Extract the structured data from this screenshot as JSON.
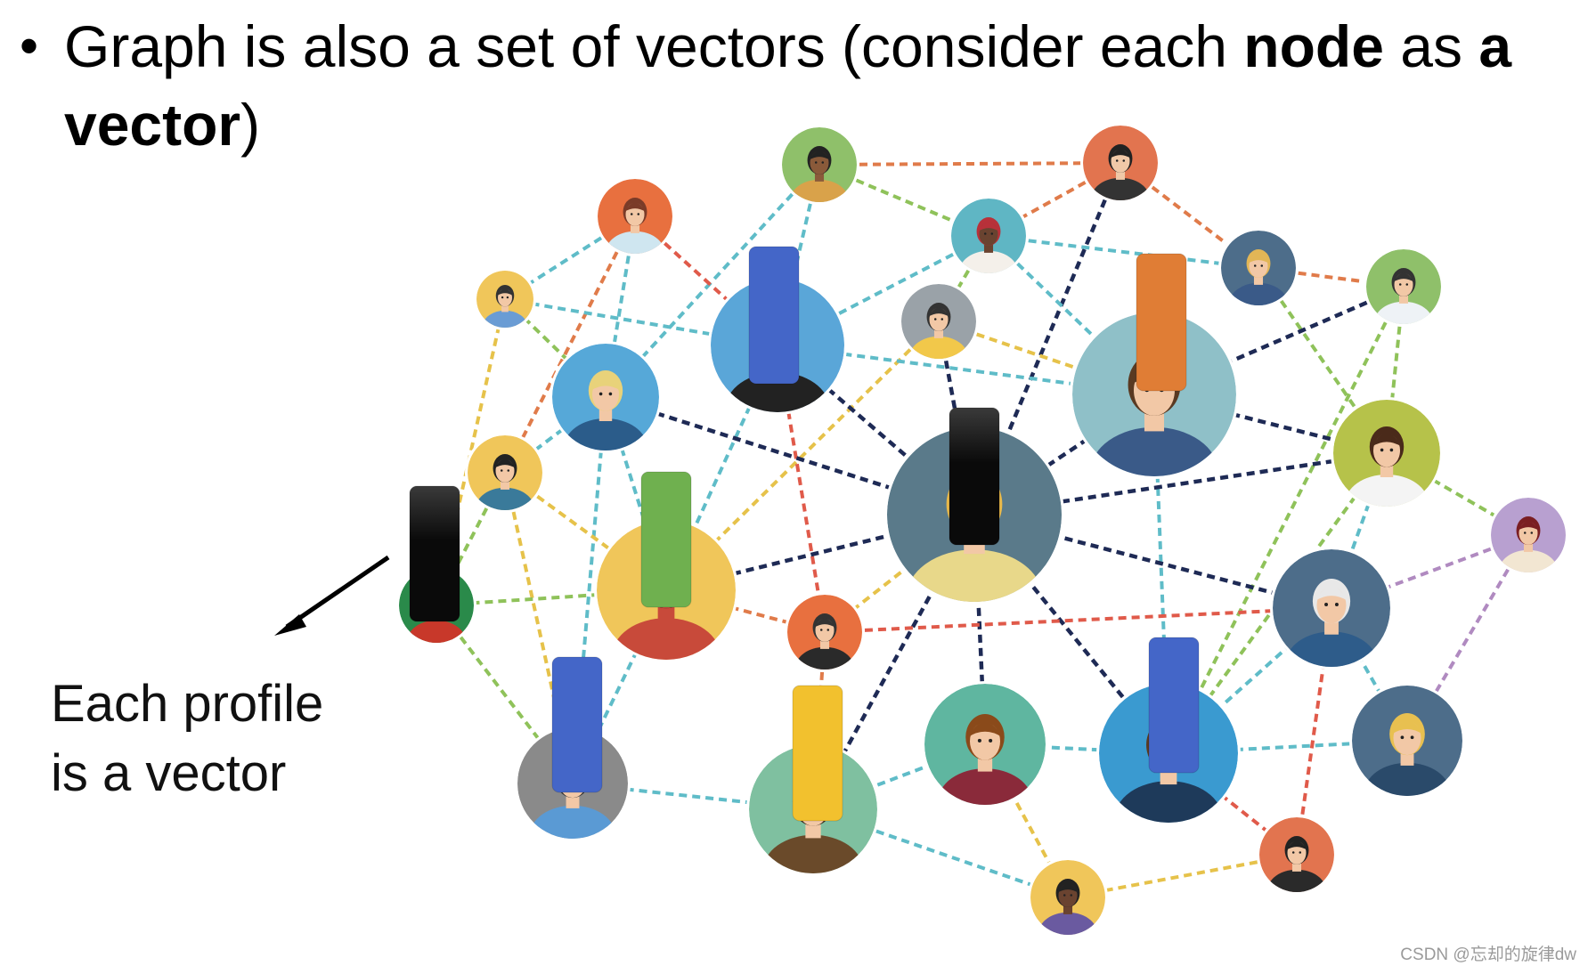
{
  "bullet": {
    "symbol": "•",
    "part1": "Graph is also a set of vectors (consider each ",
    "bold1": "node",
    "part2": " as ",
    "bold2": "a vector",
    "part3": ")"
  },
  "side_label": {
    "line1": "Each profile",
    "line2": "is a vector"
  },
  "watermark": "CSDN @忘却的旋律dw",
  "colors": {
    "vector_blue": "#4466c8",
    "vector_orange": "#e07d35",
    "vector_black": "#0a0a0a",
    "vector_green": "#6fb04f",
    "vector_yellow": "#f2c12e",
    "edge_dark": "#1e2a55",
    "edge_orange": "#e07b4a",
    "edge_yellow": "#e6c24a",
    "edge_teal": "#5fbcc8",
    "edge_green": "#8fc25a",
    "edge_purple": "#b08ac0",
    "edge_red": "#e05a4a"
  },
  "icons": {
    "avatar": "person-avatar-icon",
    "arrow": "arrow-icon"
  }
}
